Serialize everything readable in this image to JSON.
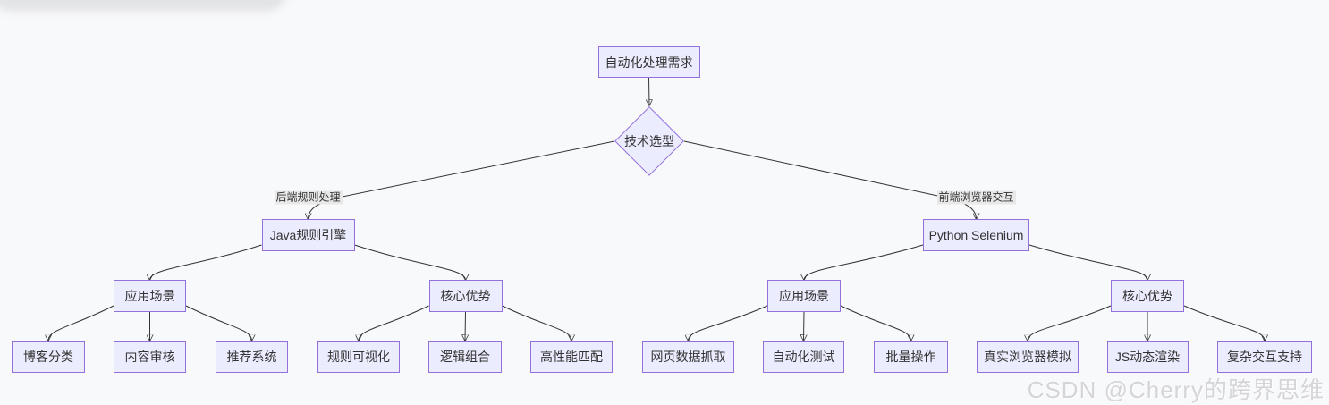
{
  "page": {
    "background": "#f8f9fa",
    "watermark": "CSDN @Cherry的跨界思维",
    "watermark_color": "#d5d5d8"
  },
  "diagram": {
    "type": "flowchart-top-down",
    "node_fill": "#ECECFF",
    "node_border": "#9370DB",
    "edge_color": "#333333",
    "edge_label_bg": "#e8e8e8",
    "text_color": "#333333",
    "nodes": [
      {
        "id": "req",
        "label": "自动化处理需求",
        "shape": "rect"
      },
      {
        "id": "decision",
        "label": "技术选型",
        "shape": "diamond"
      },
      {
        "id": "java",
        "label": "Java规则引擎",
        "shape": "rect"
      },
      {
        "id": "selenium",
        "label": "Python Selenium",
        "shape": "rect"
      },
      {
        "id": "java-scenes",
        "label": "应用场景",
        "shape": "rect"
      },
      {
        "id": "java-adv",
        "label": "核心优势",
        "shape": "rect"
      },
      {
        "id": "sel-scenes",
        "label": "应用场景",
        "shape": "rect"
      },
      {
        "id": "sel-adv",
        "label": "核心优势",
        "shape": "rect"
      },
      {
        "id": "blog",
        "label": "博客分类",
        "shape": "rect"
      },
      {
        "id": "content",
        "label": "内容审核",
        "shape": "rect"
      },
      {
        "id": "recommend",
        "label": "推荐系统",
        "shape": "rect"
      },
      {
        "id": "rulevis",
        "label": "规则可视化",
        "shape": "rect"
      },
      {
        "id": "logic",
        "label": "逻辑组合",
        "shape": "rect"
      },
      {
        "id": "perf",
        "label": "高性能匹配",
        "shape": "rect"
      },
      {
        "id": "scrape",
        "label": "网页数据抓取",
        "shape": "rect"
      },
      {
        "id": "autotest",
        "label": "自动化测试",
        "shape": "rect"
      },
      {
        "id": "batch",
        "label": "批量操作",
        "shape": "rect"
      },
      {
        "id": "realbrowser",
        "label": "真实浏览器模拟",
        "shape": "rect"
      },
      {
        "id": "jsrender",
        "label": "JS动态渲染",
        "shape": "rect"
      },
      {
        "id": "complex",
        "label": "复杂交互支持",
        "shape": "rect"
      }
    ],
    "edges": [
      {
        "from": "req",
        "to": "decision",
        "label": ""
      },
      {
        "from": "decision",
        "to": "java",
        "label": "后端规则处理"
      },
      {
        "from": "decision",
        "to": "selenium",
        "label": "前端浏览器交互"
      },
      {
        "from": "java",
        "to": "java-scenes",
        "label": ""
      },
      {
        "from": "java",
        "to": "java-adv",
        "label": ""
      },
      {
        "from": "selenium",
        "to": "sel-scenes",
        "label": ""
      },
      {
        "from": "selenium",
        "to": "sel-adv",
        "label": ""
      },
      {
        "from": "java-scenes",
        "to": "blog",
        "label": ""
      },
      {
        "from": "java-scenes",
        "to": "content",
        "label": ""
      },
      {
        "from": "java-scenes",
        "to": "recommend",
        "label": ""
      },
      {
        "from": "java-adv",
        "to": "rulevis",
        "label": ""
      },
      {
        "from": "java-adv",
        "to": "logic",
        "label": ""
      },
      {
        "from": "java-adv",
        "to": "perf",
        "label": ""
      },
      {
        "from": "sel-scenes",
        "to": "scrape",
        "label": ""
      },
      {
        "from": "sel-scenes",
        "to": "autotest",
        "label": ""
      },
      {
        "from": "sel-scenes",
        "to": "batch",
        "label": ""
      },
      {
        "from": "sel-adv",
        "to": "realbrowser",
        "label": ""
      },
      {
        "from": "sel-adv",
        "to": "jsrender",
        "label": ""
      },
      {
        "from": "sel-adv",
        "to": "complex",
        "label": ""
      }
    ]
  }
}
